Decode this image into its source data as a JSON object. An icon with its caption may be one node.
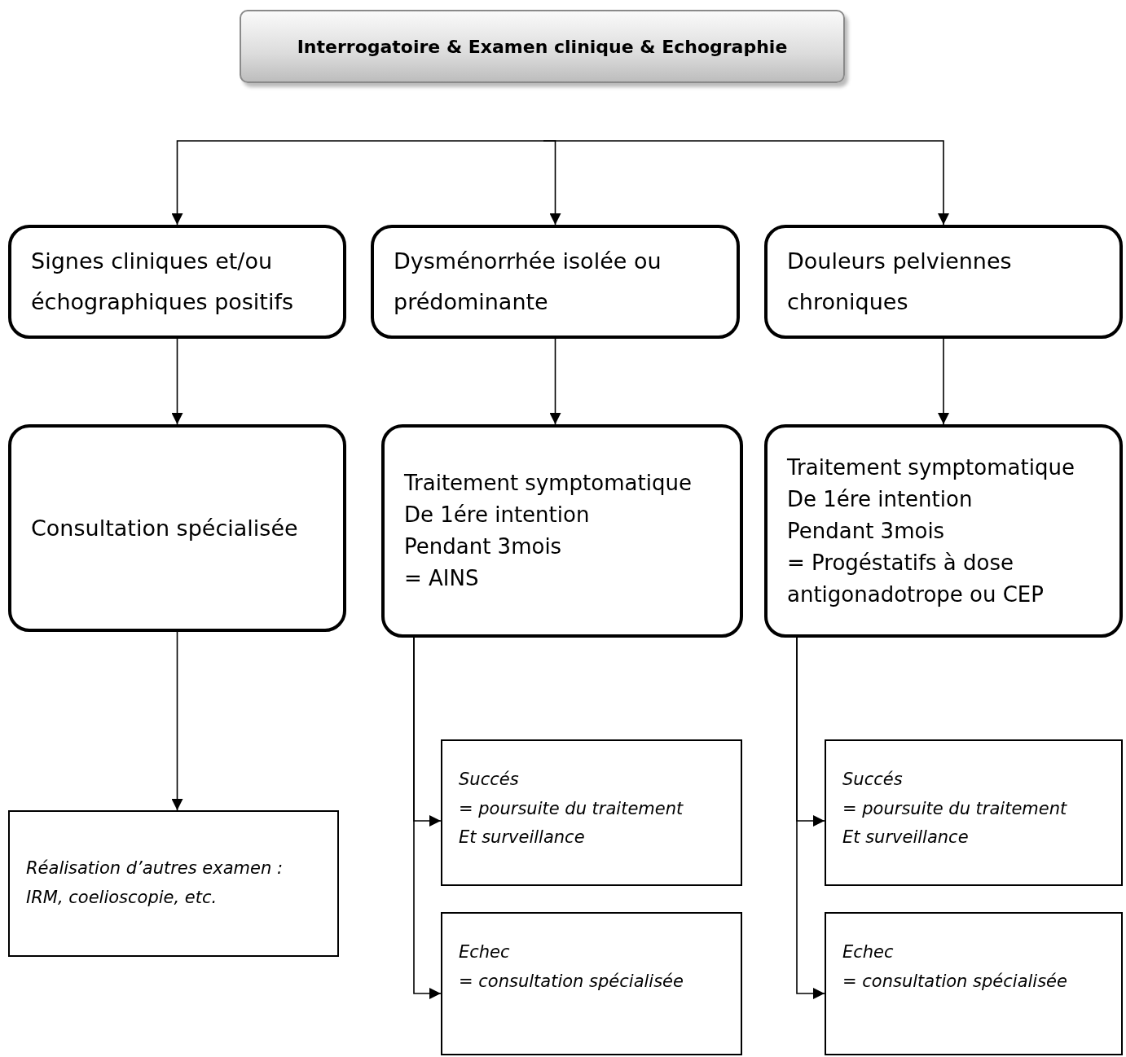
{
  "diagram": {
    "nodes": [
      {
        "text": [
          "Interrogatoire & Examen clinique & Echographie"
        ]
      },
      {
        "text": [
          "Signes cliniques et/ou échographiques positifs"
        ]
      },
      {
        "text": [
          "Dysménorrhée isolée ou prédominante"
        ]
      },
      {
        "text": [
          "Douleurs pelviennes chroniques"
        ]
      },
      {
        "text": [
          "Consultation spécialisée"
        ]
      },
      {
        "text": [
          "Traitement symptomatique",
          "De 1ére intention",
          "Pendant 3mois",
          "= AINS"
        ]
      },
      {
        "text": [
          "Traitement symptomatique",
          "De 1ére intention",
          "Pendant 3mois",
          "= Progéstatifs à dose antigonadotrope ou CEP"
        ]
      },
      {
        "text": [
          "Réalisation d’autres examen :",
          "IRM, coelioscopie, etc."
        ]
      },
      {
        "text": [
          "Succés",
          "= poursuite du traitement",
          "Et surveillance"
        ]
      },
      {
        "text": [
          "Echec",
          "= consultation spécialisée"
        ]
      },
      {
        "text": [
          "Succés",
          "= poursuite du traitement",
          "Et surveillance"
        ]
      },
      {
        "text": [
          "Echec",
          "= consultation spécialisée"
        ]
      }
    ],
    "edges": [
      {
        "from": null,
        "to": 1,
        "arrow": "to"
      },
      {
        "from": null,
        "to": 2,
        "arrow": "to"
      },
      {
        "from": null,
        "to": 3,
        "arrow": "to"
      },
      {
        "from": 1,
        "to": 4,
        "arrow": "to"
      },
      {
        "from": 2,
        "to": 5,
        "arrow": "to"
      },
      {
        "from": 3,
        "to": 6,
        "arrow": "to"
      },
      {
        "from": 4,
        "to": 7,
        "arrow": "to"
      },
      {
        "from": 5,
        "to": 8,
        "arrow": "to"
      },
      {
        "from": 5,
        "to": 9,
        "arrow": "to"
      },
      {
        "from": 6,
        "to": 10,
        "arrow": "to"
      },
      {
        "from": 6,
        "to": 11,
        "arrow": "to"
      }
    ]
  }
}
